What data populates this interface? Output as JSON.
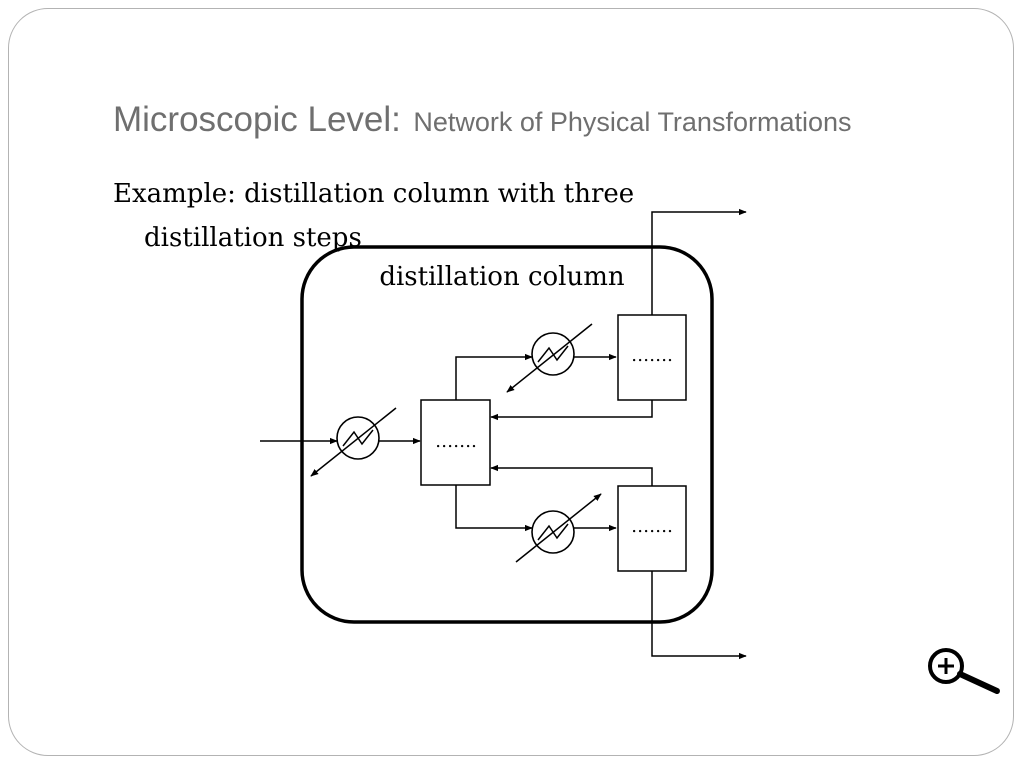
{
  "slide": {
    "title_main": "Microscopic Level:",
    "title_sub": "Network of Physical Transformations",
    "example_line1": "Example: distillation column with three",
    "example_line2": "distillation steps"
  },
  "diagram": {
    "column_label": "distillation column",
    "step_label": "……."
  },
  "icons": {
    "zoom": "magnifier-plus-icon"
  }
}
